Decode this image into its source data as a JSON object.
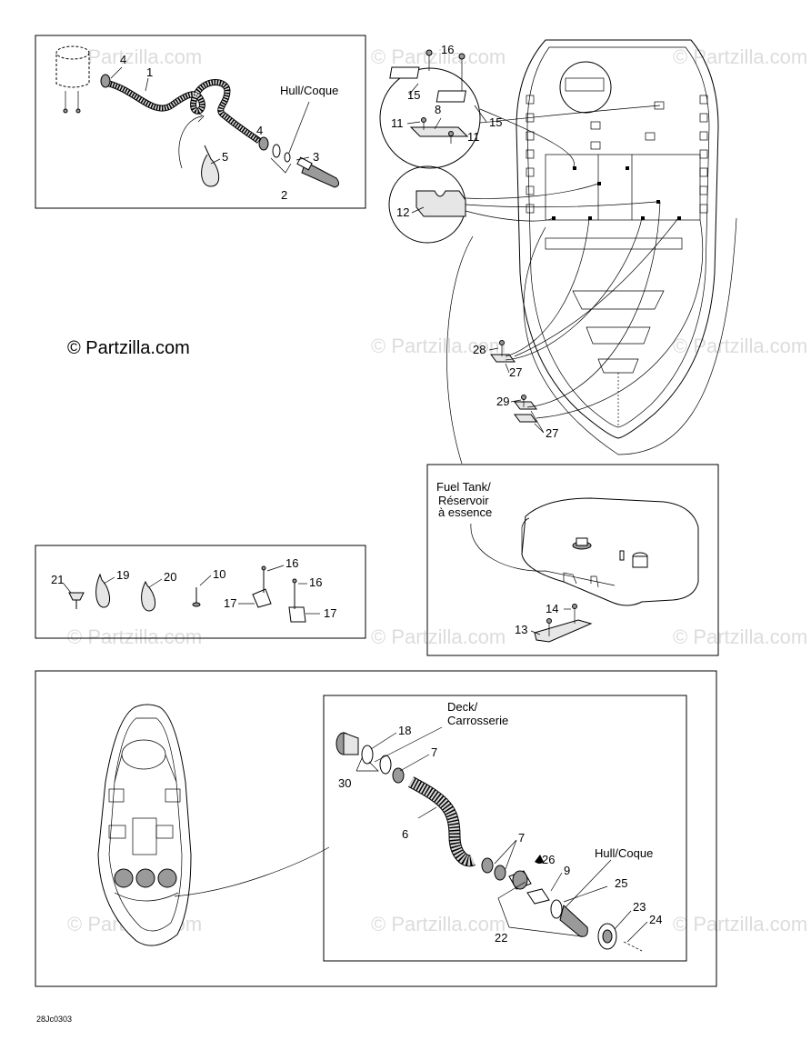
{
  "watermark": {
    "text": "© Partzilla.com"
  },
  "copyright": {
    "text": "© Partzilla.com"
  },
  "drawing_code": "28Jc0303",
  "panels": {
    "vent_top": {
      "callouts": [
        "4",
        "1",
        "4",
        "5",
        "3",
        "2"
      ],
      "hull_label": "Hull/Coque"
    },
    "hull_view": {
      "callouts": [
        "16",
        "15",
        "15",
        "11",
        "8",
        "11",
        "12",
        "28",
        "27",
        "29",
        "27"
      ]
    },
    "hardware": {
      "callouts": [
        "21",
        "19",
        "20",
        "10",
        "16",
        "16",
        "17",
        "17"
      ]
    },
    "fuel_tank": {
      "label_line1": "Fuel Tank/",
      "label_line2": "Réservoir",
      "label_line3": "à essence",
      "callouts": [
        "14",
        "13"
      ]
    },
    "filler": {
      "deck_line1": "Deck/",
      "deck_line2": "Carrosserie",
      "hull_label": "Hull/Coque",
      "callouts": [
        "18",
        "7",
        "30",
        "6",
        "7",
        "26",
        "9",
        "25",
        "22",
        "23",
        "24"
      ]
    }
  }
}
